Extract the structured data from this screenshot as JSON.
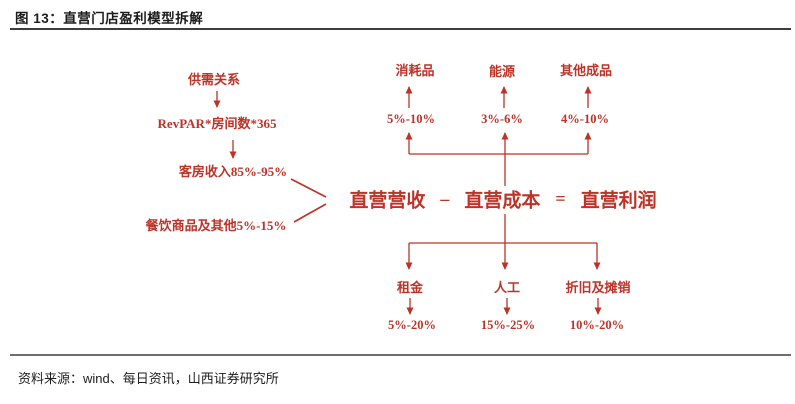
{
  "title": "图 13：直营门店盈利模型拆解",
  "source": "资料来源：wind、每日资讯，山西证券研究所",
  "colors": {
    "accent_red": "#bd3328",
    "text_black": "#1c1c1c",
    "rule_top": "#3d3d3d",
    "rule_bottom": "#6e6e6e"
  },
  "diagram": {
    "revenue_chain": [
      "供需关系",
      "RevPAR*房间数*365",
      "客房收入85%-95%",
      "餐饮商品及其他5%-15%"
    ],
    "formula": {
      "revenue": "直营营收",
      "minus": "–",
      "cost": "直营成本",
      "equals": "=",
      "profit": "直营利润"
    },
    "cost_top": [
      {
        "label": "消耗品",
        "value": "5%-10%"
      },
      {
        "label": "能源",
        "value": "3%-6%"
      },
      {
        "label": "其他成品",
        "value": "4%-10%"
      }
    ],
    "cost_bottom": [
      {
        "label": "租金",
        "value": "5%-20%"
      },
      {
        "label": "人工",
        "value": "15%-25%"
      },
      {
        "label": "折旧及摊销",
        "value": "10%-20%"
      }
    ]
  }
}
